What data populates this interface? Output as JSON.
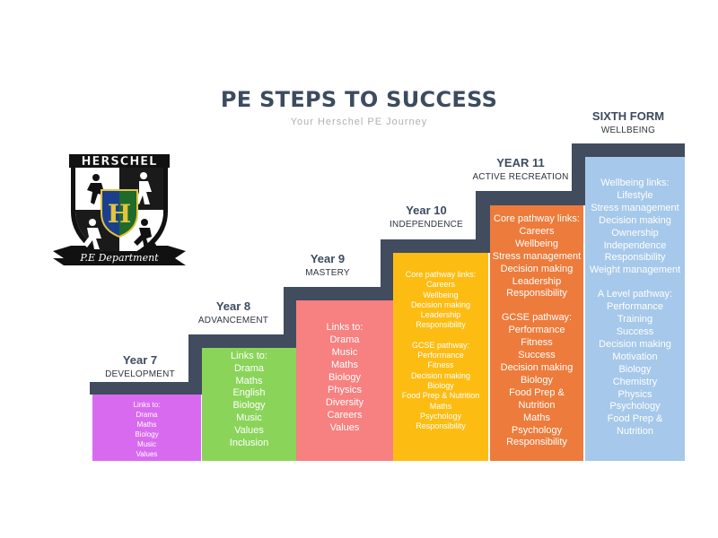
{
  "title": "PE STEPS TO SUCCESS",
  "subtitle": "Your Herschel PE Journey",
  "logo": {
    "school": "HERSCHEL",
    "crest_letter": "H",
    "banner": "P.E Department"
  },
  "steps": [
    {
      "year": "Year 7",
      "stage": "DEVELOPMENT",
      "color": "#d86af0",
      "lines": [
        "Links to:",
        "Drama",
        "Maths",
        "Biology",
        "Music",
        "Values"
      ]
    },
    {
      "year": "Year 8",
      "stage": "ADVANCEMENT",
      "color": "#8bd45a",
      "lines": [
        "Links to:",
        "Drama",
        "Maths",
        "English",
        "Biology",
        "Music",
        "Values",
        "Inclusion"
      ]
    },
    {
      "year": "Year 9",
      "stage": "MASTERY",
      "color": "#f78080",
      "lines": [
        "Links to:",
        "Drama",
        "Music",
        "Maths",
        "Biology",
        "Physics",
        "Diversity",
        "Careers",
        "Values"
      ]
    },
    {
      "year": "Year 10",
      "stage": "INDEPENDENCE",
      "color": "#fdbc12",
      "core": [
        "Core pathway links:",
        "Careers",
        "Wellbeing",
        "Decision making",
        "Leadership",
        "Responsibility"
      ],
      "gcse": [
        "GCSE pathway:",
        "Performance",
        "Fitness",
        "Decision making",
        "Biology",
        "Food Prep & Nutrition",
        "Maths",
        "Psychology",
        "Responsibility"
      ]
    },
    {
      "year": "YEAR 11",
      "stage": "ACTIVE RECREATION",
      "color": "#ed7b3b",
      "core": [
        "Core pathway links:",
        "Careers",
        "Wellbeing",
        "Stress management",
        "Decision making",
        "Leadership",
        "Responsibility"
      ],
      "gcse": [
        "GCSE pathway:",
        "Performance",
        "Fitness",
        "Success",
        "Decision making",
        "Biology",
        "Food Prep &",
        "Nutrition",
        "Maths",
        "Psychology",
        "Responsibility"
      ]
    },
    {
      "year": "SIXTH FORM",
      "stage": "WELLBEING",
      "color": "#a6c8ea",
      "core": [
        "Wellbeing links:",
        "Lifestyle",
        "Stress management",
        "Decision making",
        "Ownership",
        "Independence",
        "Responsibility",
        "Weight management"
      ],
      "gcse": [
        "A Level pathway:",
        "Performance",
        "Training",
        "Success",
        "Decision making",
        "Motivation",
        "Biology",
        "Chemistry",
        "Physics",
        "Psychology",
        "Food Prep &",
        "Nutrition"
      ]
    }
  ]
}
